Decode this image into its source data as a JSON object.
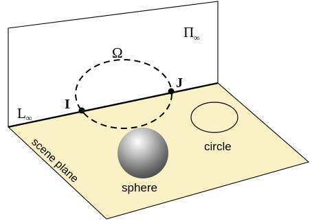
{
  "colors": {
    "scene_plane_fill": "#fbf1c6",
    "outline": "#000000",
    "background": "#ffffff"
  },
  "labels": {
    "infinity_plane": "Π",
    "infinity_plane_sub": "∞",
    "line_at_infinity": "L",
    "line_at_infinity_sub": "∞",
    "absolute_conic": "Ω",
    "point_i": "I",
    "point_j": "J",
    "circle": "circle",
    "sphere": "sphere",
    "scene_plane": "scene plane"
  }
}
